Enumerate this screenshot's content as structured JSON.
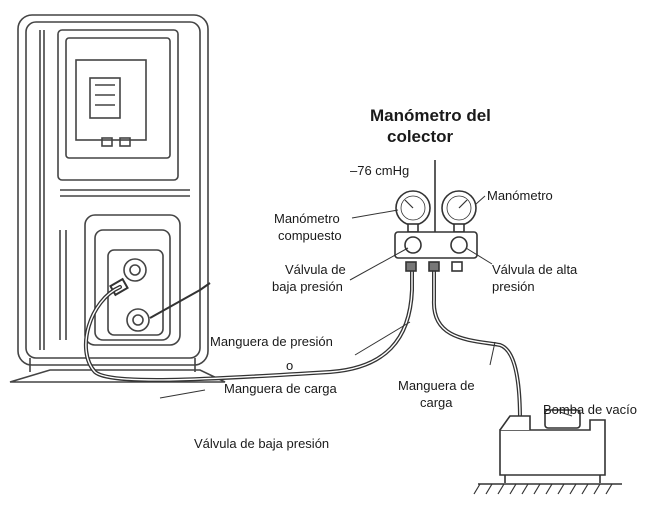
{
  "labels": {
    "manifold_title_line1": "Manómetro del",
    "manifold_title_line2": "colector",
    "vacuum_reading": "–76 cmHg",
    "pressure_gauge": "Manómetro",
    "compound_gauge_line1": "Manómetro",
    "compound_gauge_line2": "compuesto",
    "low_valve_line1": "Válvula de",
    "low_valve_line2": "baja presión",
    "high_valve_line1": "Válvula de alta",
    "high_valve_line2": "presión",
    "pressure_hose_line1": "Manguera de presión",
    "pressure_hose_line2": "o",
    "pressure_hose_line3": "Manguera de carga",
    "charge_hose_line1": "Manguera de",
    "charge_hose_line2": "carga",
    "vacuum_pump": "Bomba de vacío",
    "unit_low_valve": "Válvula de baja presión"
  }
}
